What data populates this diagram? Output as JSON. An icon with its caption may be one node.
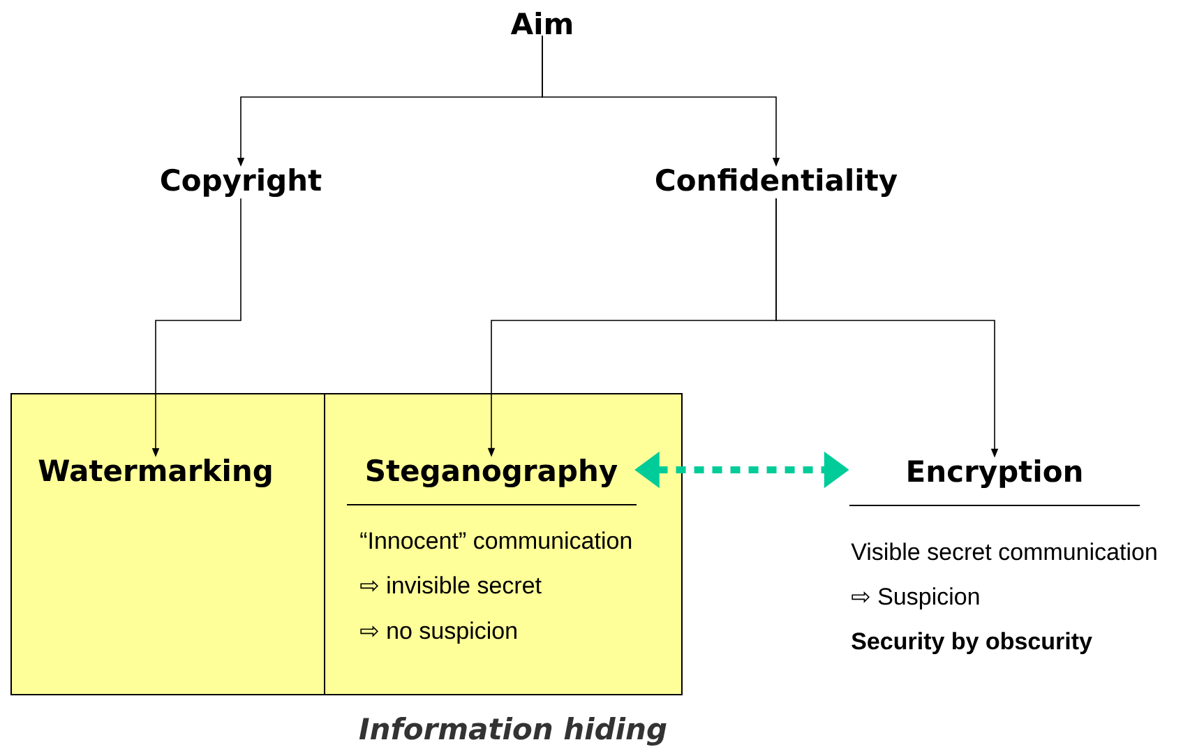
{
  "diagram": {
    "nodes": [
      {
        "text": [
          "Aim"
        ]
      },
      {
        "text": [
          "Copyright"
        ]
      },
      {
        "text": [
          "Confidentiality"
        ]
      },
      {
        "text": [
          "Information hiding"
        ]
      },
      {
        "text": [
          "Watermarking"
        ],
        "in": 3
      },
      {
        "text": [
          "Steganography",
          "“Innocent” communication",
          "⇨ invisible secret",
          "⇨ no suspicion"
        ],
        "in": 3
      },
      {
        "text": [
          "Encryption",
          "Visible secret communication",
          "⇨ Suspicion",
          "Security by obscurity"
        ]
      }
    ],
    "edges": [
      {
        "from": 0,
        "to": 1,
        "arrow": "to"
      },
      {
        "from": 0,
        "to": 2,
        "arrow": "to"
      },
      {
        "from": 1,
        "to": 4,
        "arrow": "to"
      },
      {
        "from": 2,
        "to": 5,
        "arrow": "to"
      },
      {
        "from": 2,
        "to": 6,
        "arrow": "to"
      },
      {
        "from": 5,
        "to": 6,
        "arrow": "both",
        "style": "dashed",
        "color": "#00cc99"
      }
    ]
  }
}
